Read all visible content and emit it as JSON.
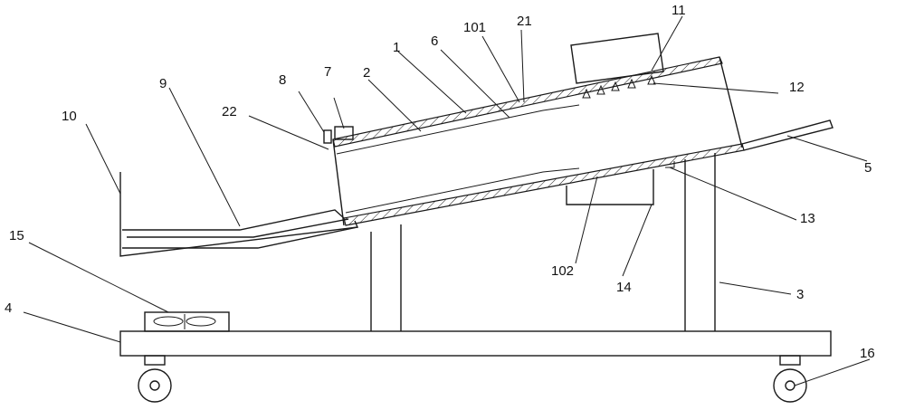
{
  "diagram": {
    "labels": [
      "1",
      "2",
      "3",
      "4",
      "5",
      "6",
      "7",
      "8",
      "9",
      "10",
      "11",
      "12",
      "13",
      "14",
      "15",
      "16",
      "21",
      "22",
      "101",
      "102"
    ]
  }
}
